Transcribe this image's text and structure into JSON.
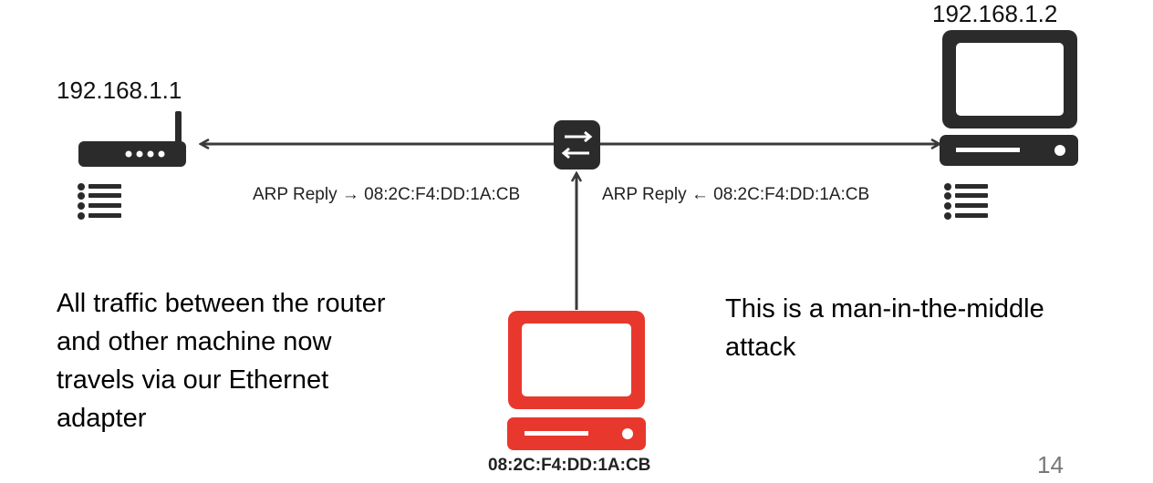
{
  "router": {
    "ip": "192.168.1.1"
  },
  "computer": {
    "ip": "192.168.1.2"
  },
  "arp_left": "ARP Reply → 08:2C:F4:DD:1A:CB",
  "arp_right": "ARP Reply ← 08:2C:F4:DD:1A:CB",
  "attacker": {
    "mac": "08:2C:F4:DD:1A:CB"
  },
  "caption_left": [
    "All traffic between the router",
    "and other machine now",
    "travels via our Ethernet",
    "adapter"
  ],
  "caption_right": [
    "This is a man-in-the-middle",
    "attack"
  ],
  "page_number": "14",
  "colors": {
    "device": "#2b2b2b",
    "attacker": "#e8382d",
    "arrow": "#3a3a3a"
  },
  "icons": [
    "router-icon",
    "switch-icon",
    "computer-icon",
    "attacker-computer-icon",
    "arp-table-icon"
  ]
}
